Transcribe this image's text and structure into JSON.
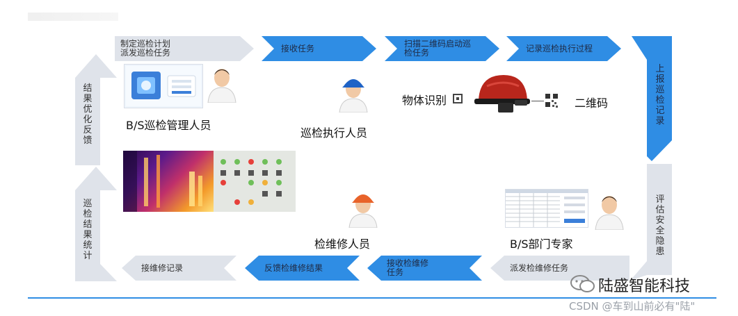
{
  "top_flow": [
    {
      "label": "制定巡检计划\n派发巡检任务",
      "style": "gray"
    },
    {
      "label": "接收任务",
      "style": "blue"
    },
    {
      "label": "扫描二维码启动巡\n检任务",
      "style": "blue"
    },
    {
      "label": "记录巡检执行过程",
      "style": "blue"
    }
  ],
  "right_flow": [
    {
      "label": "上报巡检记录",
      "style": "blue"
    },
    {
      "label": "评估安全隐患",
      "style": "gray"
    }
  ],
  "bottom_flow": [
    {
      "label": "派发检维修任务",
      "style": "gray"
    },
    {
      "label": "接收检维修\n任务",
      "style": "blue"
    },
    {
      "label": "反馈检维修结果",
      "style": "blue"
    },
    {
      "label": "接维修记录",
      "style": "gray"
    }
  ],
  "left_flow": [
    {
      "label": "巡检结果统计",
      "style": "gray"
    },
    {
      "label": "结果优化反馈",
      "style": "gray"
    }
  ],
  "roles": {
    "bs_manager": "B/S巡检管理人员",
    "inspector": "巡检执行人员",
    "maintainer": "检维修人员",
    "expert": "B/S部门专家"
  },
  "device_labels": {
    "object_recognition": "物体识别",
    "qr_code": "二维码"
  },
  "watermark": {
    "brand": "陆盛智能科技",
    "csdn": "CSDN @车到山前必有\"陆\""
  },
  "colors": {
    "blue": "#2f8de4",
    "gray": "#dfe3ea",
    "line": "#2f8de4"
  }
}
